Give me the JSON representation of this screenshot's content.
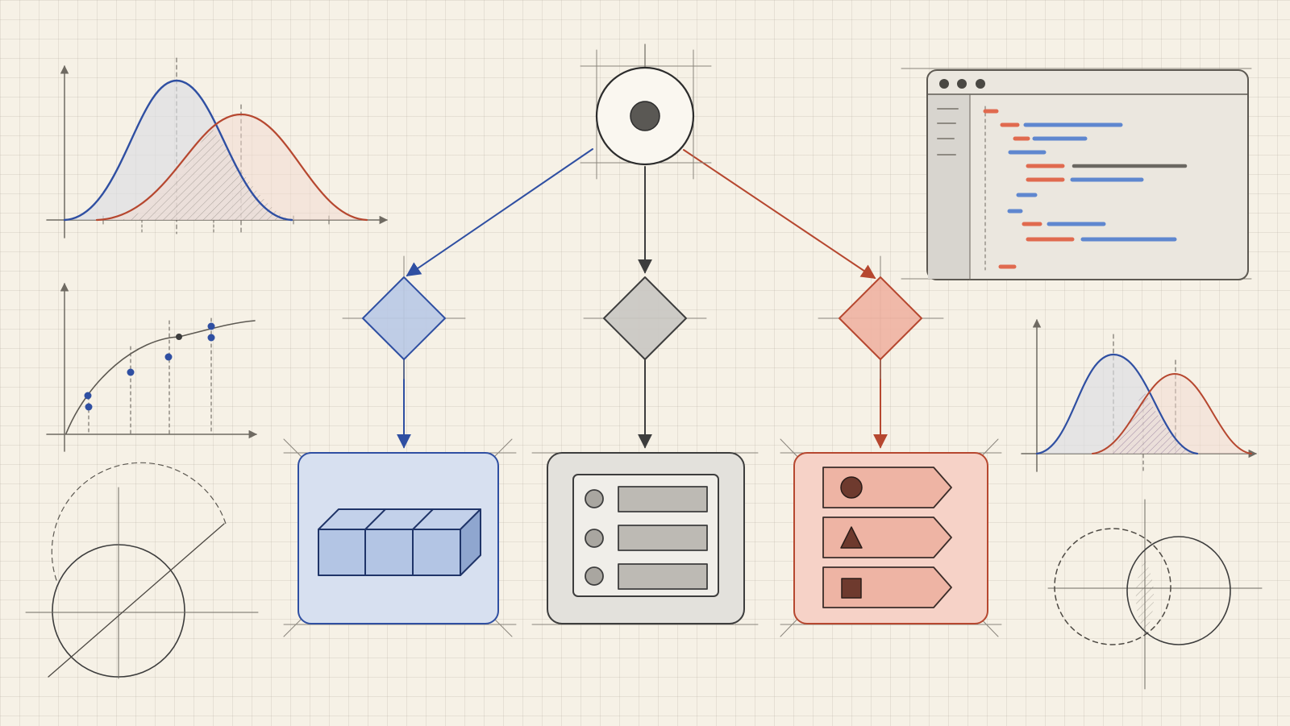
{
  "palette": {
    "blue": "#2f4fa2",
    "blue_fill": "#b9c9e6",
    "red": "#b6472f",
    "red_fill": "#f0b2a2",
    "gray": "#3d3d3d",
    "gray_fill": "#c9c7c2",
    "guide": "#8a857c"
  },
  "flow": {
    "start_node": {
      "shape": "circle-target",
      "icon": "start-node-icon"
    },
    "branches": [
      {
        "color": "blue",
        "decision": "decision-diamond",
        "result_icon": "cube-blocks-icon"
      },
      {
        "color": "gray",
        "decision": "decision-diamond",
        "result_icon": "list-rows-icon"
      },
      {
        "color": "red",
        "decision": "decision-diamond",
        "result_icon": "tag-shapes-icon"
      }
    ]
  },
  "sketches": [
    {
      "icon": "overlapping-distributions-icon"
    },
    {
      "icon": "scatter-curve-icon"
    },
    {
      "icon": "circle-construction-icon"
    },
    {
      "icon": "code-window-icon"
    },
    {
      "icon": "small-distributions-icon"
    },
    {
      "icon": "venn-diagram-icon"
    }
  ]
}
